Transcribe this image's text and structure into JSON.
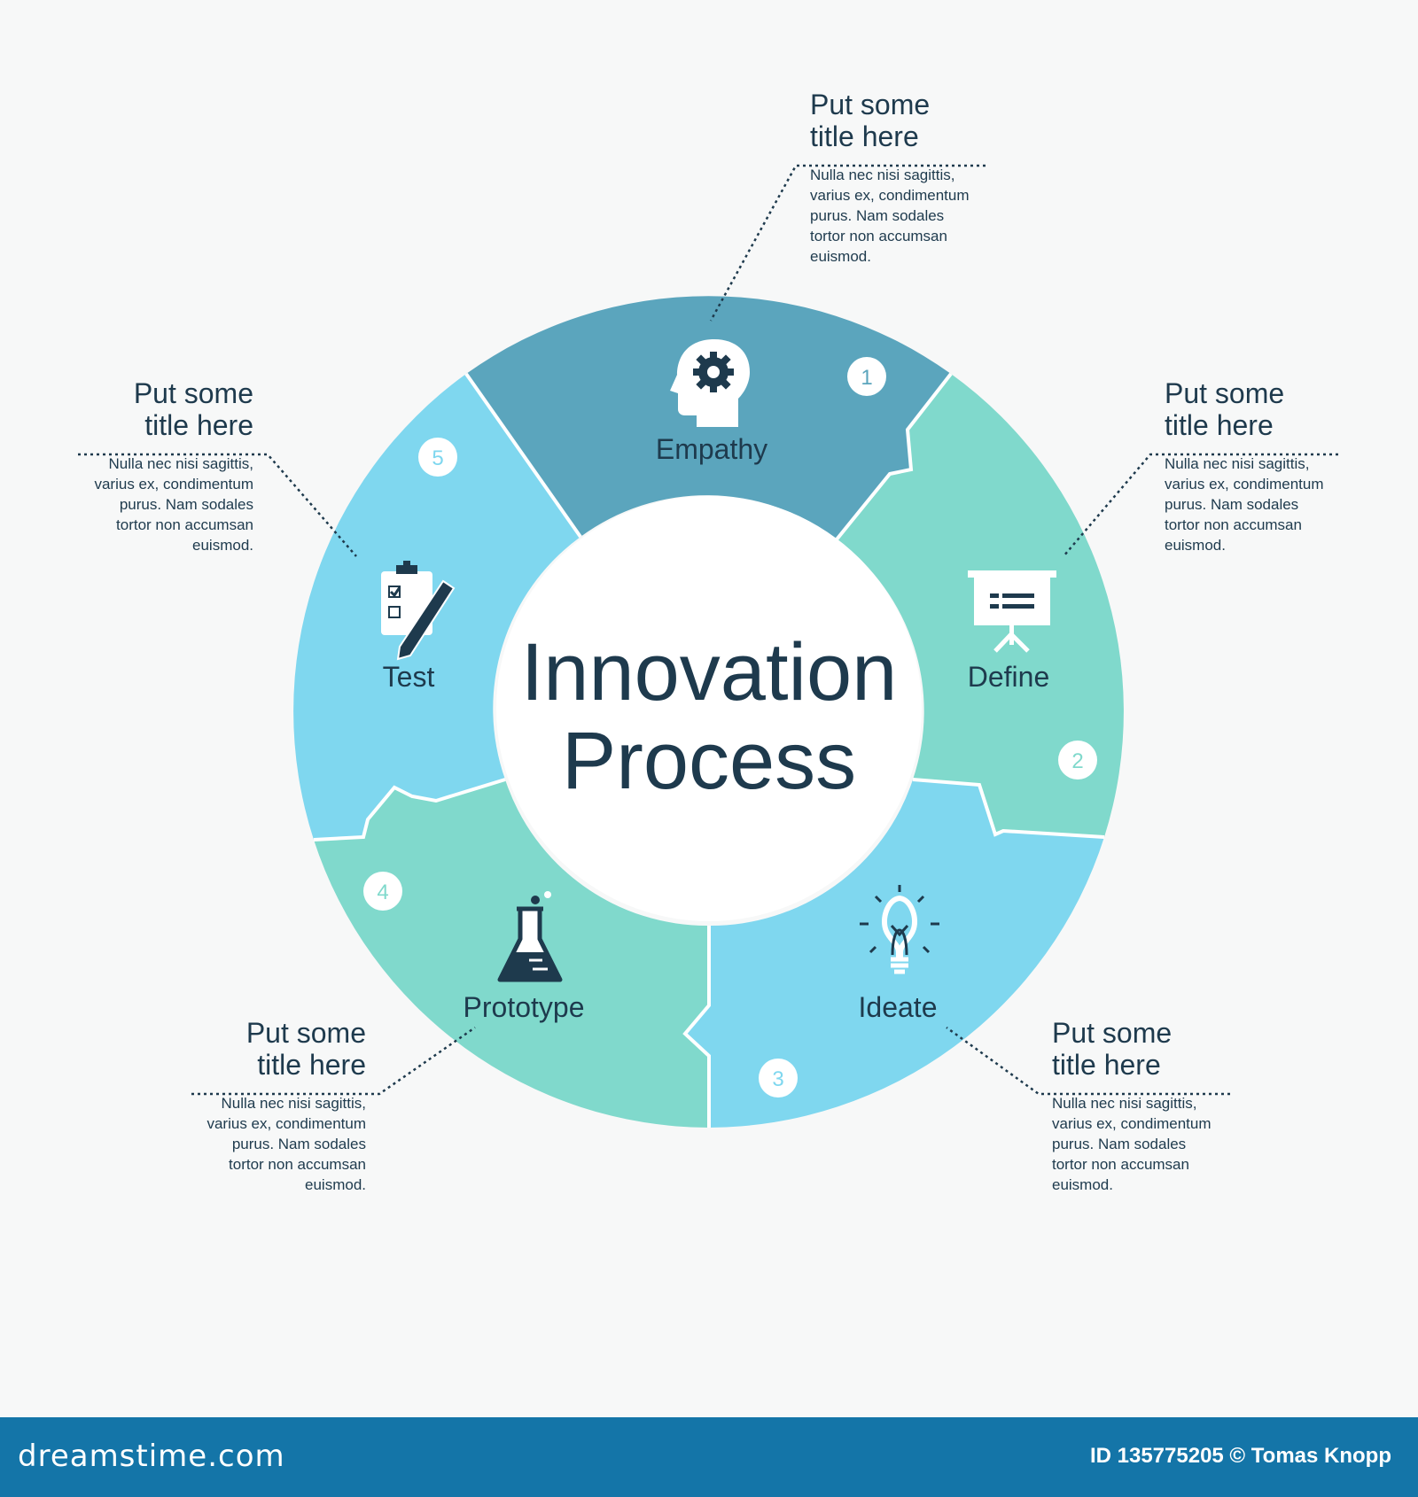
{
  "center": {
    "line1": "Innovation",
    "line2": "Process"
  },
  "segments": [
    {
      "number": "1",
      "label": "Empathy",
      "icon": "head-gear-icon",
      "color": "#5ba5bd"
    },
    {
      "number": "2",
      "label": "Define",
      "icon": "presentation-board-icon",
      "color": "#80d9cc"
    },
    {
      "number": "3",
      "label": "Ideate",
      "icon": "lightbulb-icon",
      "color": "#7fd7ef"
    },
    {
      "number": "4",
      "label": "Prototype",
      "icon": "flask-icon",
      "color": "#80d9cc"
    },
    {
      "number": "5",
      "label": "Test",
      "icon": "clipboard-pencil-icon",
      "color": "#7fd7ef"
    }
  ],
  "callouts": [
    {
      "title_line1": "Put some",
      "title_line2": "title here",
      "text": [
        "Nulla nec nisi sagittis,",
        "varius ex, condimentum",
        "purus. Nam sodales",
        "tortor non accumsan",
        "euismod."
      ]
    },
    {
      "title_line1": "Put some",
      "title_line2": "title here",
      "text": [
        "Nulla nec nisi sagittis,",
        "varius ex, condimentum",
        "purus. Nam sodales",
        "tortor non accumsan",
        "euismod."
      ]
    },
    {
      "title_line1": "Put some",
      "title_line2": "title here",
      "text": [
        "Nulla nec nisi sagittis,",
        "varius ex, condimentum",
        "purus. Nam sodales",
        "tortor non accumsan",
        "euismod."
      ]
    },
    {
      "title_line1": "Put some",
      "title_line2": "title here",
      "text": [
        "Nulla nec nisi sagittis,",
        "varius ex, condimentum",
        "purus. Nam sodales",
        "tortor non accumsan",
        "euismod."
      ]
    },
    {
      "title_line1": "Put some",
      "title_line2": "title here",
      "text": [
        "Nulla nec nisi sagittis,",
        "varius ex, condimentum",
        "purus. Nam sodales",
        "tortor non accumsan",
        "euismod."
      ]
    }
  ],
  "footer": {
    "brand": "dreamstime.com",
    "credit": "ID 135775205 © Tomas Knopp"
  },
  "colors": {
    "text": "#1e3a4d",
    "dark_teal": "#5ba5bd",
    "mint": "#80d9cc",
    "sky": "#7fd7ef",
    "footer": "#1475a8",
    "background": "#f7f8f8"
  }
}
